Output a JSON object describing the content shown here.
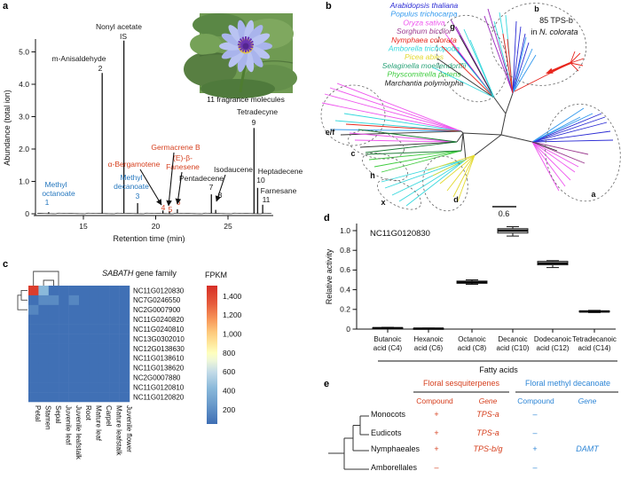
{
  "panel_labels": [
    "a",
    "b",
    "c",
    "d",
    "e"
  ],
  "panel_a": {
    "inset_caption": "11 fragrance molecules",
    "colors": {
      "blue": "#2577be",
      "red": "#d6401f",
      "black": "#1a1a1a"
    }
  },
  "panel_b": {
    "species_legend": [
      {
        "name": "Arabidopsis thaliana",
        "color": "#2a2ad4"
      },
      {
        "name": "Populus trichocarpa",
        "color": "#3399ee"
      },
      {
        "name": "Oryza sativa",
        "color": "#ee55ee"
      },
      {
        "name": "Sorghum bicolor",
        "color": "#9b3a8f"
      },
      {
        "name": "Nymphaea colorata",
        "color": "#e8261d"
      },
      {
        "name": "Amborella trichopoda",
        "color": "#35d8dd"
      },
      {
        "name": "Picea abies",
        "color": "#e3d92e"
      },
      {
        "name": "Selaginella moellendorffii",
        "color": "#2ba379"
      },
      {
        "name": "Physcomitrella patens",
        "color": "#3ecc3e"
      },
      {
        "name": "Marchantia polymorpha",
        "color": "#1a1a1a"
      }
    ],
    "clade_labels": [
      "b",
      "g",
      "e/f",
      "c",
      "h",
      "x",
      "d",
      "a"
    ],
    "annotation_line1": "85 TPS-b",
    "annotation_line2_prefix": "in ",
    "annotation_line2_italic": "N. colorata",
    "scale_bar_label": "0.6"
  },
  "panel_c": {
    "title_italic": "SABATH",
    "title_rest": " gene family",
    "legend_title": "FPKM"
  },
  "panel_e": {
    "group_headers": [
      {
        "label": "Floral sesquiterpenes",
        "color": "#d6401f"
      },
      {
        "label": "Floral methyl decanoate",
        "color": "#2e86d6"
      }
    ],
    "sub_headers": [
      "Compound",
      "Gene",
      "Compound",
      "Gene"
    ],
    "rows": [
      {
        "taxon": "Monocots",
        "cells": [
          "+",
          "TPS-a",
          "–",
          ""
        ]
      },
      {
        "taxon": "Eudicots",
        "cells": [
          "+",
          "TPS-a",
          "–",
          ""
        ]
      },
      {
        "taxon": "Nymphaeales",
        "cells": [
          "+",
          "TPS-b/g",
          "+",
          "DAMT"
        ]
      },
      {
        "taxon": "Amborellales",
        "cells": [
          "–",
          "",
          "–",
          ""
        ]
      }
    ]
  },
  "chart_data": [
    {
      "type": "line",
      "name": "gc-chromatogram",
      "xlabel": "Retention time (min)",
      "ylabel": "Abundance (total ion)",
      "xlim": [
        11.7,
        28.1
      ],
      "ylim": [
        0,
        5.6
      ],
      "xticks": [
        15,
        20,
        25
      ],
      "ytick_labels": [
        "0",
        "1.0",
        "2.0",
        "3.0",
        "4.0",
        "5.0"
      ],
      "ytick_values": [
        0,
        1,
        2,
        3,
        4,
        5
      ],
      "peaks": [
        {
          "num": "1",
          "label_lines": [
            "Methyl",
            "octanoate"
          ],
          "rt": 12.6,
          "abundance": 0.05,
          "group": "blue"
        },
        {
          "num": "2",
          "label_lines": [
            "m-Anisaldehyde"
          ],
          "rt": 16.3,
          "abundance": 4.35,
          "group": "black"
        },
        {
          "num": "IS",
          "label_lines": [
            "Nonyl acetate"
          ],
          "rt": 17.8,
          "abundance": 5.35,
          "group": "black"
        },
        {
          "num": "3",
          "label_lines": [
            "Methyl",
            "decanoate"
          ],
          "rt": 18.75,
          "abundance": 0.33,
          "group": "blue"
        },
        {
          "num": "4",
          "label_lines": [
            "α-Bergamotene"
          ],
          "rt": 20.5,
          "abundance": 0.1,
          "group": "red"
        },
        {
          "num": "5",
          "label_lines": [
            "Germacrene B"
          ],
          "rt": 20.95,
          "abundance": 0.08,
          "group": "red"
        },
        {
          "num": "6",
          "label_lines": [
            "(E)-β-",
            "Fanesene"
          ],
          "rt": 21.5,
          "abundance": 0.14,
          "group": "red"
        },
        {
          "num": "7",
          "label_lines": [
            "Pentadecene"
          ],
          "rt": 23.85,
          "abundance": 0.6,
          "group": "black"
        },
        {
          "num": "8",
          "label_lines": [
            "Isodaucene"
          ],
          "rt": 24.15,
          "abundance": 0.12,
          "group": "black"
        },
        {
          "num": "9",
          "label_lines": [
            "Tetradecyne"
          ],
          "rt": 26.8,
          "abundance": 2.65,
          "group": "black"
        },
        {
          "num": "10",
          "label_lines": [
            "Heptadecene"
          ],
          "rt": 27.05,
          "abundance": 0.8,
          "group": "black"
        },
        {
          "num": "11",
          "label_lines": [
            "Farnesane"
          ],
          "rt": 27.4,
          "abundance": 0.28,
          "group": "black"
        }
      ]
    },
    {
      "type": "heatmap",
      "name": "sabath-expression",
      "unit": "FPKM",
      "rows": [
        "NC11G0120830",
        "NC7G0246550",
        "NC2G0007900",
        "NC11G0240820",
        "NC11G0240810",
        "NC13G0302010",
        "NC12G0138630",
        "NC11G0138610",
        "NC11G0138620",
        "NC2G0007880",
        "NC11G0120810",
        "NC11G0120820"
      ],
      "columns": [
        "Petal",
        "Stamen",
        "Sepal",
        "Juvenile leaf",
        "Juvenile leafstalk",
        "Root",
        "Mature leaf",
        "Carpel",
        "Mature leafstalk",
        "Juvenile flower"
      ],
      "colorbar_ticks": [
        {
          "label": "1,400",
          "v": 1400
        },
        {
          "label": "1,200",
          "v": 1200
        },
        {
          "label": "1,000",
          "v": 1000
        },
        {
          "label": "800",
          "v": 800
        },
        {
          "label": "600",
          "v": 600
        },
        {
          "label": "400",
          "v": 400
        },
        {
          "label": "200",
          "v": 200
        }
      ],
      "values": [
        [
          1450,
          430,
          60,
          60,
          60,
          60,
          60,
          60,
          60,
          60
        ],
        [
          60,
          185,
          185,
          60,
          165,
          60,
          60,
          60,
          60,
          60
        ],
        [
          160,
          60,
          60,
          60,
          60,
          60,
          60,
          60,
          60,
          60
        ],
        [
          60,
          60,
          60,
          60,
          60,
          60,
          60,
          60,
          60,
          60
        ],
        [
          60,
          60,
          60,
          60,
          60,
          60,
          60,
          60,
          60,
          60
        ],
        [
          60,
          60,
          60,
          60,
          60,
          60,
          60,
          60,
          60,
          60
        ],
        [
          60,
          60,
          60,
          60,
          60,
          60,
          60,
          60,
          60,
          60
        ],
        [
          60,
          60,
          60,
          60,
          60,
          60,
          60,
          60,
          60,
          60
        ],
        [
          60,
          60,
          60,
          60,
          60,
          60,
          60,
          60,
          60,
          60
        ],
        [
          60,
          60,
          60,
          60,
          60,
          60,
          60,
          60,
          60,
          60
        ],
        [
          60,
          60,
          60,
          60,
          60,
          60,
          60,
          60,
          60,
          60
        ],
        [
          60,
          60,
          60,
          60,
          60,
          60,
          60,
          60,
          60,
          60
        ]
      ]
    },
    {
      "type": "box",
      "name": "relative-activity",
      "title": "NC11G0120830",
      "xlabel": "Fatty acids",
      "ylabel": "Relative activity",
      "ylim": [
        0,
        1.05
      ],
      "ytick_labels": [
        "0",
        "0.2",
        "0.4",
        "0.6",
        "0.8",
        "1.0"
      ],
      "ytick_values": [
        0,
        0.2,
        0.4,
        0.6,
        0.8,
        1.0
      ],
      "categories": [
        {
          "l1": "Butanoic",
          "l2": "acid (C4)"
        },
        {
          "l1": "Hexanoic",
          "l2": "acid (C6)"
        },
        {
          "l1": "Octanoic",
          "l2": "acid (C8)"
        },
        {
          "l1": "Decanoic",
          "l2": "acid (C10)"
        },
        {
          "l1": "Dodecanoic",
          "l2": "acid (C12)"
        },
        {
          "l1": "Tetradecanoic",
          "l2": "acid (C14)"
        }
      ],
      "boxes": [
        {
          "whisker_low": 0.003,
          "q1": 0.005,
          "median": 0.01,
          "q3": 0.015,
          "whisker_high": 0.018
        },
        {
          "whisker_low": 0.0,
          "q1": 0.002,
          "median": 0.005,
          "q3": 0.008,
          "whisker_high": 0.01
        },
        {
          "whisker_low": 0.455,
          "q1": 0.465,
          "median": 0.475,
          "q3": 0.488,
          "whisker_high": 0.5
        },
        {
          "whisker_low": 0.945,
          "q1": 0.975,
          "median": 1.0,
          "q3": 1.02,
          "whisker_high": 1.04
        },
        {
          "whisker_low": 0.625,
          "q1": 0.652,
          "median": 0.668,
          "q3": 0.688,
          "whisker_high": 0.695
        },
        {
          "whisker_low": 0.168,
          "q1": 0.173,
          "median": 0.179,
          "q3": 0.185,
          "whisker_high": 0.19
        }
      ]
    }
  ]
}
